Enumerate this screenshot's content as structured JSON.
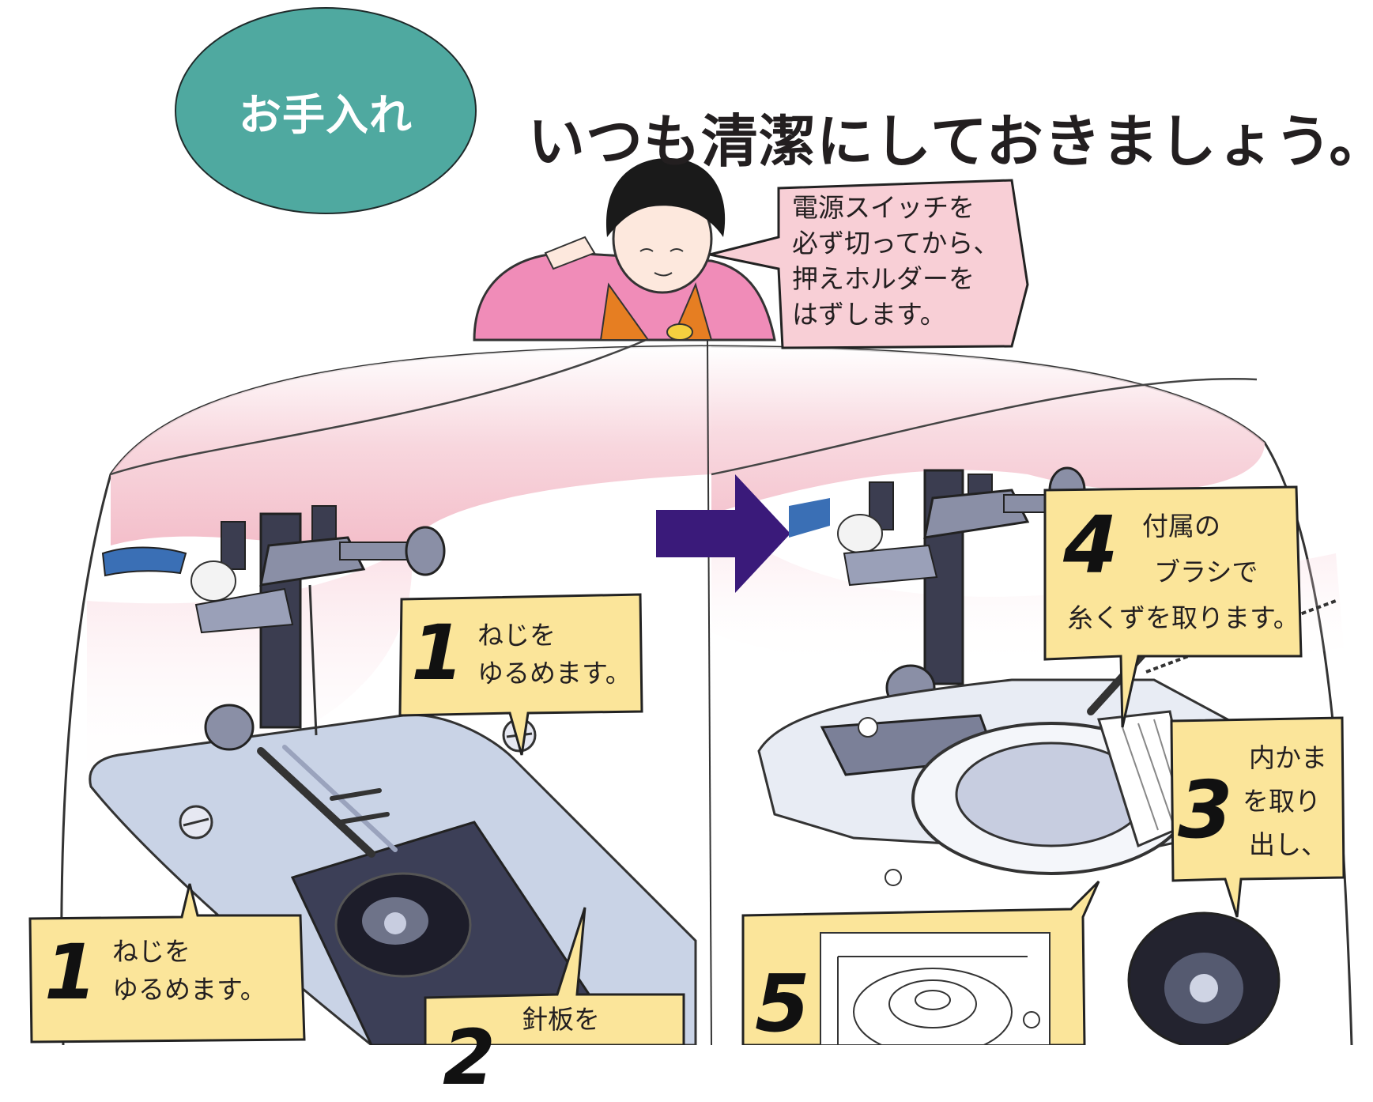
{
  "header": {
    "badge": "お手入れ",
    "title": "いつも清潔にしておきましょう。"
  },
  "speech_bubble": {
    "lines": [
      "電源スイッチを",
      "必ず切ってから、",
      "押えホルダーを",
      "はずします。"
    ]
  },
  "steps": {
    "left_1": {
      "number": "1",
      "lines": [
        "ねじを",
        "ゆるめます。"
      ]
    },
    "right_1": {
      "number": "1",
      "lines": [
        "ねじを",
        "ゆるめます。"
      ]
    },
    "step_2": {
      "number": "2",
      "lines": [
        "針板を"
      ]
    },
    "step_3": {
      "number": "3",
      "lines": [
        "内かま",
        "を取り",
        "出し、"
      ]
    },
    "step_4": {
      "number": "4",
      "lines": [
        "付属の",
        "ブラシで",
        "糸くずを取ります。"
      ]
    },
    "step_5": {
      "number": "5",
      "lines": []
    }
  },
  "colors": {
    "badge": "#4fa9a0",
    "callout": "#fbe59a",
    "bubble": "#f8cfd6",
    "arrow": "#3a1a7a",
    "plate": "#c9d3e6"
  }
}
